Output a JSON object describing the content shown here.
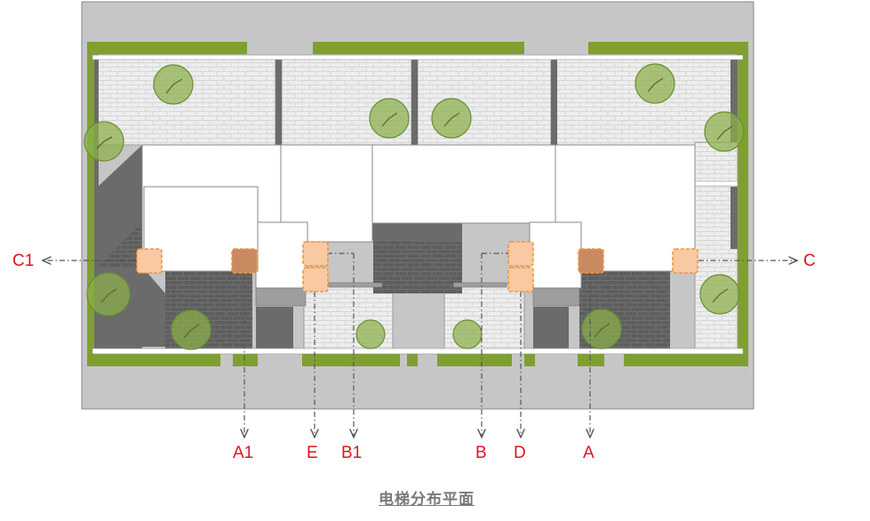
{
  "caption": "电梯分布平面",
  "labels": {
    "a1": "A1",
    "e": "E",
    "b1": "B1",
    "b": "B",
    "d": "D",
    "a": "A",
    "c1": "C1",
    "c": "C"
  },
  "colors": {
    "ground": "#c8c8c8",
    "hedge": "#7fa02e",
    "paving": "#ececec",
    "building": "#ffffff",
    "shadow": "#6a6a6a",
    "elevator_fill": "#f8c9a2",
    "elevator_fill_dark": "#c98a62",
    "elevator_border": "#f0963e",
    "label": "#e0141b"
  }
}
